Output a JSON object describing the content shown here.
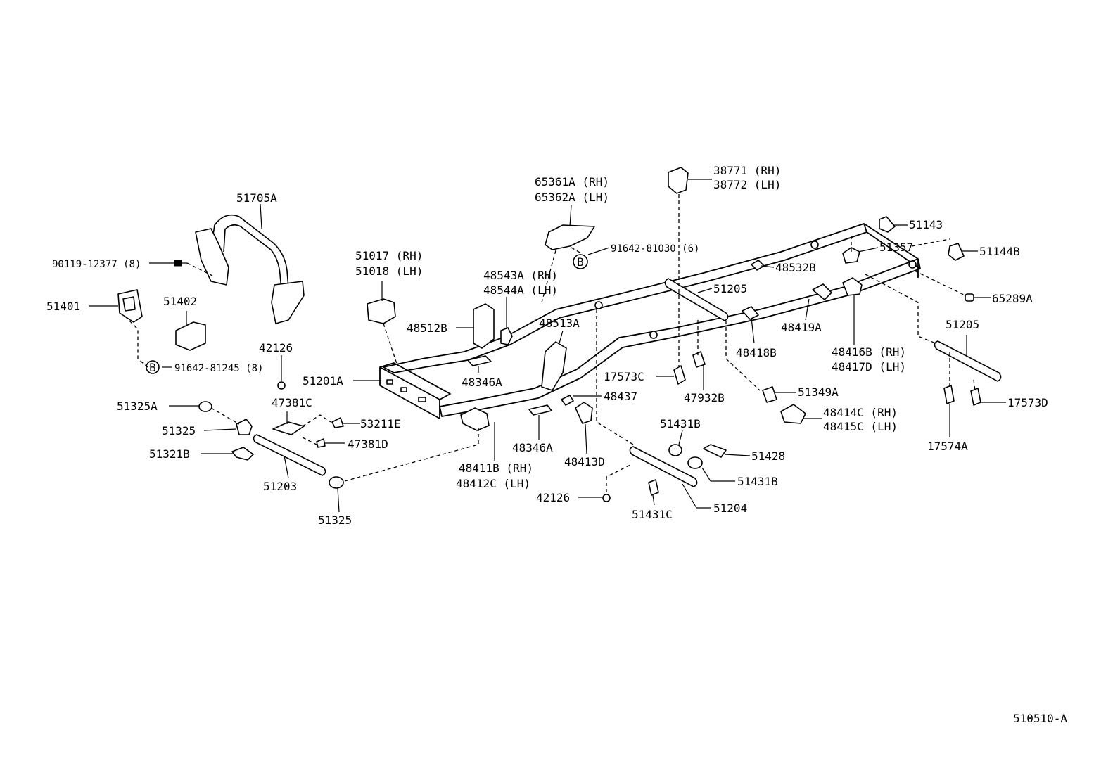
{
  "diagram_code": "510510-A",
  "bolt_markers": [
    {
      "id": "b1",
      "letter": "B"
    },
    {
      "id": "b2",
      "letter": "B"
    }
  ],
  "labels": {
    "p51705A": "51705A",
    "p90119": "90119-12377 (8)",
    "p51401": "51401",
    "p51402": "51402",
    "p91642_81245": "91642-81245 (8)",
    "p42126_a": "42126",
    "p47381C": "47381C",
    "p51325A": "51325A",
    "p51325_a": "51325",
    "p51321B": "51321B",
    "p53211E": "53211E",
    "p47381D": "47381D",
    "p51203": "51203",
    "p51325_b": "51325",
    "p51017": "51017 (RH)",
    "p51018": "51018 (LH)",
    "p48512B": "48512B",
    "p51201A": "51201A",
    "p48346A_a": "48346A",
    "p48543A": "48543A (RH)",
    "p48544A": "48544A (LH)",
    "p65361A": "65361A (RH)",
    "p65362A": "65362A (LH)",
    "p91642_81030": "91642-81030 (6)",
    "p48513A": "48513A",
    "p48411B": "48411B (RH)",
    "p48412C": "48412C (LH)",
    "p48346A_b": "48346A",
    "p48437": "48437",
    "p48413D": "48413D",
    "p42126_b": "42126",
    "p17573C": "17573C",
    "p38771": "38771 (RH)",
    "p38772": "38772 (LH)",
    "p51205_a": "51205",
    "p48532B": "48532B",
    "p51143": "51143",
    "p51357": "51357",
    "p51144B": "51144B",
    "p65289A": "65289A",
    "p48419A": "48419A",
    "p48418B": "48418B",
    "p47932B": "47932B",
    "p48416B": "48416B (RH)",
    "p48417D": "48417D (LH)",
    "p51349A": "51349A",
    "p48414C": "48414C (RH)",
    "p48415C": "48415C (LH)",
    "p51431B_a": "51431B",
    "p51428": "51428",
    "p51431B_b": "51431B",
    "p51431C": "51431C",
    "p51204": "51204",
    "p51205_b": "51205",
    "p17573D": "17573D",
    "p17574A": "17574A"
  }
}
